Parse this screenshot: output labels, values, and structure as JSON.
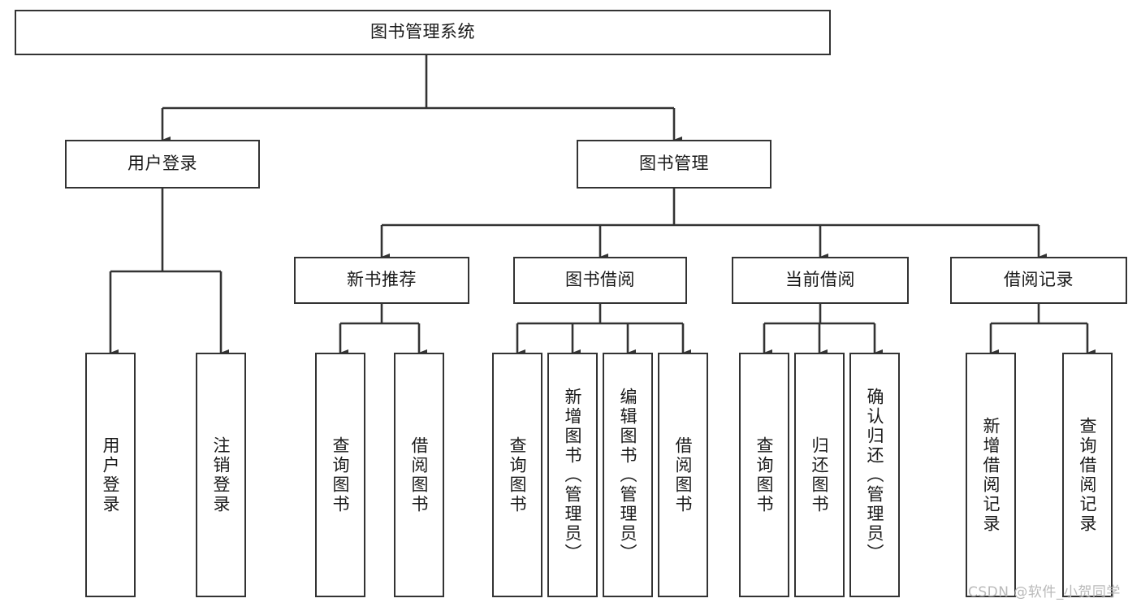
{
  "diagram": {
    "type": "tree",
    "title_node": "图书管理系统",
    "watermark": "CSDN @软件_小贺同学",
    "colors": {
      "background": "#ffffff",
      "node_border": "#333333",
      "node_fill": "#ffffff",
      "edge": "#333333",
      "text": "#1a1a1a",
      "watermark": "#b9b9b9"
    },
    "nodes": {
      "root": {
        "label": "图书管理系统",
        "orientation": "horizontal"
      },
      "level2": [
        {
          "id": "user-login",
          "label": "用户登录",
          "orientation": "horizontal"
        },
        {
          "id": "book-manage",
          "label": "图书管理",
          "orientation": "horizontal"
        }
      ],
      "level3": [
        {
          "id": "new-book-rec",
          "label": "新书推荐",
          "orientation": "horizontal"
        },
        {
          "id": "book-borrow",
          "label": "图书借阅",
          "orientation": "horizontal"
        },
        {
          "id": "current-borrow",
          "label": "当前借阅",
          "orientation": "horizontal"
        },
        {
          "id": "borrow-record",
          "label": "借阅记录",
          "orientation": "horizontal"
        }
      ],
      "leaves": [
        {
          "id": "leaf-user-login",
          "label": "用户登录",
          "parent": "user-login",
          "orientation": "vertical"
        },
        {
          "id": "leaf-user-logout",
          "label": "注销登录",
          "parent": "user-login",
          "orientation": "vertical"
        },
        {
          "id": "leaf-query-book-1",
          "label": "查询图书",
          "parent": "new-book-rec",
          "orientation": "vertical"
        },
        {
          "id": "leaf-borrow-book-1",
          "label": "借阅图书",
          "parent": "new-book-rec",
          "orientation": "vertical"
        },
        {
          "id": "leaf-query-book-2",
          "label": "查询图书",
          "parent": "book-borrow",
          "orientation": "vertical"
        },
        {
          "id": "leaf-add-book",
          "label": "新增图书（管理员）",
          "parent": "book-borrow",
          "orientation": "vertical"
        },
        {
          "id": "leaf-edit-book",
          "label": "编辑图书（管理员）",
          "parent": "book-borrow",
          "orientation": "vertical"
        },
        {
          "id": "leaf-borrow-book-2",
          "label": "借阅图书",
          "parent": "book-borrow",
          "orientation": "vertical"
        },
        {
          "id": "leaf-query-book-3",
          "label": "查询图书",
          "parent": "current-borrow",
          "orientation": "vertical"
        },
        {
          "id": "leaf-return-book",
          "label": "归还图书",
          "parent": "current-borrow",
          "orientation": "vertical"
        },
        {
          "id": "leaf-confirm-return",
          "label": "确认归还（管理员）",
          "parent": "current-borrow",
          "orientation": "vertical"
        },
        {
          "id": "leaf-add-record",
          "label": "新增借阅记录",
          "parent": "borrow-record",
          "orientation": "vertical"
        },
        {
          "id": "leaf-query-record",
          "label": "查询借阅记录",
          "parent": "borrow-record",
          "orientation": "vertical"
        }
      ]
    }
  }
}
